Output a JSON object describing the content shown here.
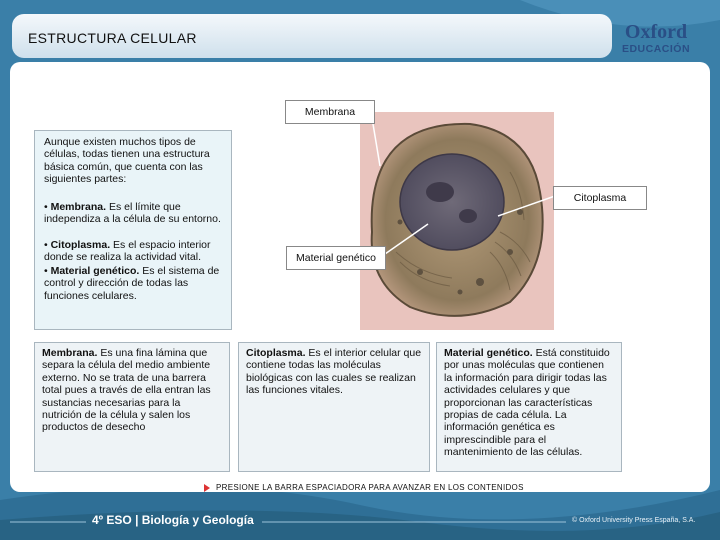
{
  "header": {
    "title": "ESTRUCTURA CELULAR"
  },
  "logo": {
    "top": "Oxford",
    "bottom": "EDUCACIÓN"
  },
  "intro": {
    "paragraph": "Aunque existen muchos tipos de células, todas tienen una estructura básica común, que cuenta con las siguientes partes:",
    "items": [
      {
        "term": "Membrana.",
        "text": " Es el límite que independiza a la célula de su entorno."
      },
      {
        "term": "Citoplasma.",
        "text": " Es el espacio interior donde se realiza la actividad vital."
      },
      {
        "term": "Material genético.",
        "text": " Es el sistema de control y dirección de todas las funciones celulares."
      }
    ]
  },
  "labels": {
    "membrana": "Membrana",
    "citoplasma": "Citoplasma",
    "material": "Material genético"
  },
  "definitions": [
    {
      "term": "Membrana.",
      "text": " Es una fina lámina que separa la célula del medio ambiente externo. No se trata de una barrera total pues a través de ella entran las sustancias necesarias para la nutrición de la célula y salen los productos de desecho"
    },
    {
      "term": "Citoplasma.",
      "text": " Es el interior celular que contiene todas las moléculas biológicas con las cuales se realizan las funciones vitales."
    },
    {
      "term": "Material genético.",
      "text": " Está constituido por unas moléculas que contienen la información para dirigir todas las actividades celulares y que proporcionan las características propias de cada célula. La información genética es imprescindible para el mantenimiento de las células."
    }
  ],
  "footer": {
    "press": "PRESIONE LA BARRA ESPACIADORA PARA AVANZAR EN LOS CONTENIDOS",
    "course": "4º ESO | Biología y Geología",
    "copyright": "© Oxford University Press España, S.A."
  },
  "colors": {
    "background": "#3a7fa8",
    "panel": "#ffffff",
    "intro_box": "#e9f4f8",
    "logo": "#2a4f86"
  }
}
